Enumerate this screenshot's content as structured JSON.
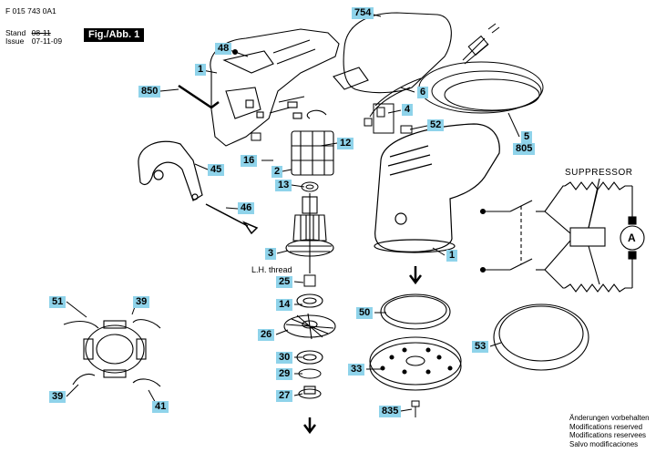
{
  "header": {
    "code": "F 015 743 0A1",
    "stand_label": "Stand",
    "stand_date": "08-11",
    "issue_label": "Issue",
    "issue_date": "07-11-09"
  },
  "figure_label": "Fig./Abb. 1",
  "parts": {
    "p754": "754",
    "p48": "48",
    "p1a": "1",
    "p850": "850",
    "p6": "6",
    "p4": "4",
    "p52": "52",
    "p5": "5",
    "p805": "805",
    "p12": "12",
    "p16": "16",
    "p2": "2",
    "p45": "45",
    "p13": "13",
    "p46": "46",
    "p1b": "1",
    "p3": "3",
    "p25": "25",
    "p50": "50",
    "p51": "51",
    "p39a": "39",
    "p14": "14",
    "p26": "26",
    "p53": "53",
    "p30": "30",
    "p33": "33",
    "p29": "29",
    "p39b": "39",
    "p27": "27",
    "p41": "41",
    "p835": "835"
  },
  "lh_thread": "L.H. thread",
  "suppressor": "SUPPRESSOR",
  "motor_symbol": "A",
  "notes": [
    "Änderungen vorbehalten",
    "Modifications reserved",
    "Modifications reservees",
    "Salvo modificaciones"
  ]
}
